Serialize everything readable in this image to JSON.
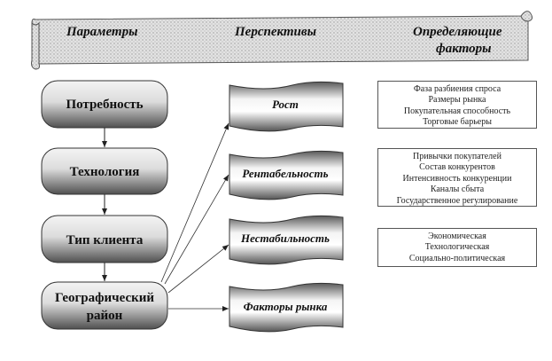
{
  "header": {
    "col1": "Параметры",
    "col2": "Перспективы",
    "col3_line1": "Определяющие",
    "col3_line2": "факторы"
  },
  "parameters": [
    {
      "label": "Потребность"
    },
    {
      "label": "Технология"
    },
    {
      "label": "Тип клиента"
    },
    {
      "label_line1": "Географический",
      "label_line2": "район"
    }
  ],
  "perspectives": [
    {
      "label": "Рост"
    },
    {
      "label": "Рентабельность"
    },
    {
      "label": "Нестабильность"
    },
    {
      "label": "Факторы рынка"
    }
  ],
  "factors": [
    {
      "items": [
        "Фаза разбиения спроса",
        "Размеры рынка",
        "Покупательная способность",
        "Торговые барьеры"
      ]
    },
    {
      "items": [
        "Привычки покупателей",
        "Состав конкурентов",
        "Интенсивность конкуренции",
        "Каналы сбыта",
        "Государственное регулирование"
      ]
    },
    {
      "items": [
        "Экономическая",
        "Технологическая",
        "Социально-политическая"
      ]
    }
  ],
  "colors": {
    "stroke": "#333333",
    "banner_fill": "#d6d6d6",
    "gradient_light": "#ffffff",
    "gradient_dark": "#4a4a4a"
  }
}
